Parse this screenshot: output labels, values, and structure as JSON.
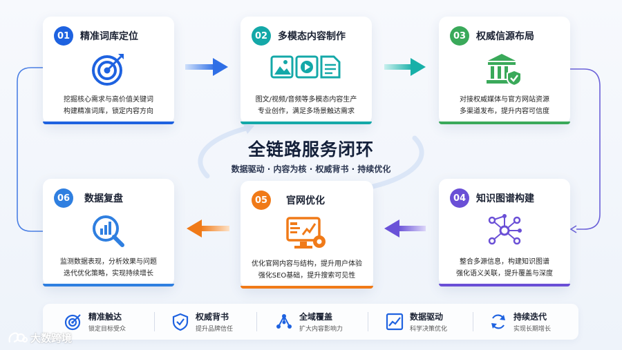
{
  "hub": {
    "title": "全链路服务闭环",
    "subtitle": "数据驱动 · 内容为核 · 权威背书 · 持续优化"
  },
  "cards": [
    {
      "num": "01",
      "title": "精准词库定位",
      "desc": [
        "挖掘核心需求与高价值关键词",
        "构建精准词库，锁定内容方向"
      ],
      "color": "#1e62e0",
      "icon": "target-icon"
    },
    {
      "num": "02",
      "title": "多模态内容制作",
      "desc": [
        "图文/视频/音频等多模态内容生产",
        "专业创作，满足多场景触达需求"
      ],
      "color": "#14a8a8",
      "icon": "media-icon"
    },
    {
      "num": "03",
      "title": "权威信源布局",
      "desc": [
        "对接权威媒体与官方网站资源",
        "多渠道发布，提升内容可信度"
      ],
      "color": "#3aa95a",
      "icon": "institution-icon"
    },
    {
      "num": "04",
      "title": "知识图谱构建",
      "desc": [
        "整合多源信息，构建知识图谱",
        "强化语义关联，提升覆盖与深度"
      ],
      "color": "#6a4fd6",
      "icon": "network-icon"
    },
    {
      "num": "05",
      "title": "官网优化",
      "desc": [
        "优化官网内容与结构，提升用户体验",
        "强化SEO基础，提升搜索可见性"
      ],
      "color": "#f07a18",
      "icon": "monitor-gear-icon"
    },
    {
      "num": "06",
      "title": "数据复盘",
      "desc": [
        "监测数据表现，分析效果与问题",
        "迭代优化策略，实现持续增长"
      ],
      "color": "#2f7fe0",
      "icon": "chart-magnifier-icon"
    }
  ],
  "features": [
    {
      "title": "精准触达",
      "sub": "锁定目标受众",
      "icon": "target-icon"
    },
    {
      "title": "权威背书",
      "sub": "提升品牌信任",
      "icon": "shield-check-icon"
    },
    {
      "title": "全域覆盖",
      "sub": "扩大内容影响力",
      "icon": "network-icon"
    },
    {
      "title": "数据驱动",
      "sub": "科学决策优化",
      "icon": "line-chart-icon"
    },
    {
      "title": "持续迭代",
      "sub": "实现长期增长",
      "icon": "refresh-icon"
    }
  ],
  "brand": {
    "name": "大数跨境"
  },
  "colors": {
    "blue": "#1e62e0",
    "teal": "#14a8a8",
    "green": "#3aa95a",
    "purple": "#6a4fd6",
    "orange": "#f07a18",
    "navy": "#14203a"
  }
}
